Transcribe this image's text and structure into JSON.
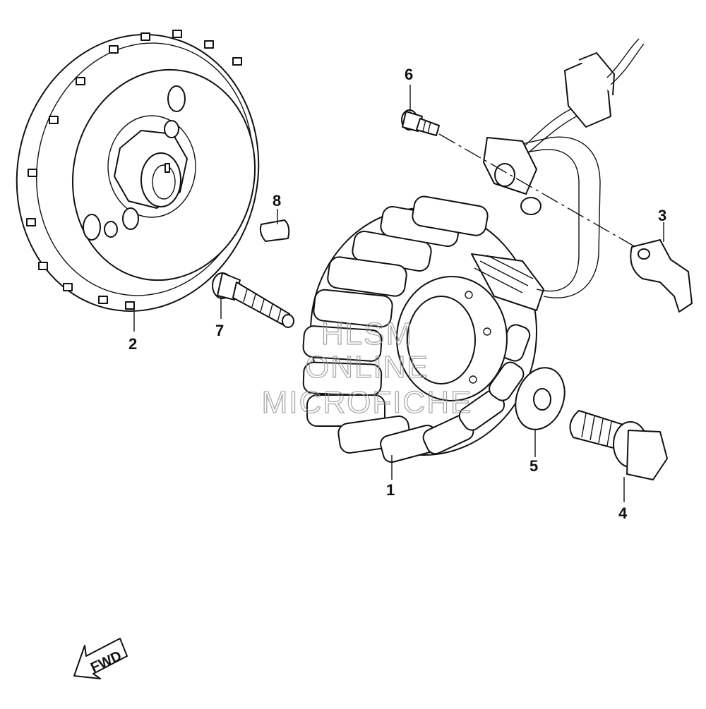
{
  "callouts": {
    "p1": "1",
    "p2": "2",
    "p3": "3",
    "p4": "4",
    "p5": "5",
    "p6": "6",
    "p7": "7",
    "p8": "8"
  },
  "watermark": {
    "line1": "HLSM",
    "line2": "ONLINE",
    "line3": "MICROFICHE"
  },
  "direction": {
    "label": "FWD"
  }
}
